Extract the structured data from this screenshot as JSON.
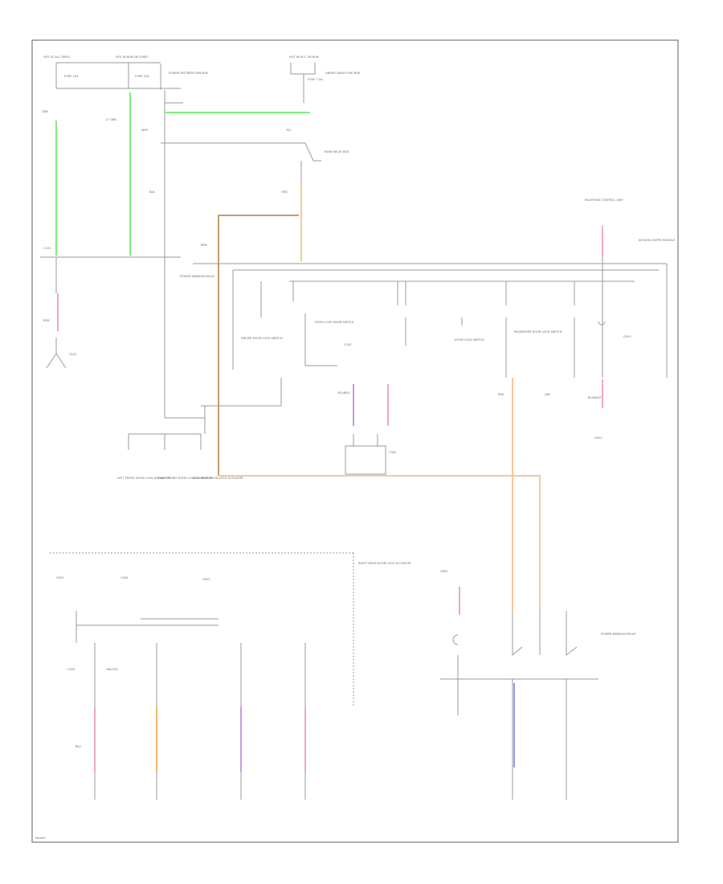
{
  "colors": {
    "frame": "#7a7a7a",
    "wire": "#9a9a9a",
    "label": "#666666",
    "green": "#7cf07c",
    "tan": "#c79a6a",
    "peach": "#f5c99a",
    "pink": "#f2a6c0",
    "violet": "#c79ae0",
    "orange": "#f2b46a",
    "blue": "#9a9af0"
  },
  "labels": {
    "hot_at_all_times_1": "HOT AT ALL TIMES",
    "hot_in_run_start": "HOT IN RUN OR START",
    "hot_in_acc": "HOT IN ACC OR RUN",
    "fuse_1": "FUSE 15A",
    "fuse_2": "FUSE 10A",
    "fuse_3": "FUSE 7.5A",
    "power_distribution": "POWER DISTRIBUTION BOX",
    "main_relay": "MAIN RELAY BOX",
    "power_window_relay": "POWER WINDOW RELAY",
    "ground_1": "G101",
    "ground_2": "G201",
    "ground_3": "G301",
    "ground_4": "G401",
    "ground_5": "G501",
    "ground_6": "G601",
    "lf_door_lock_actuator": "LEFT FRONT DOOR LOCK ACTUATOR",
    "rf_door_lock_actuator": "RIGHT FRONT DOOR LOCK ACTUATOR",
    "lr_door_lock_actuator": "LEFT REAR DOOR LOCK ACTUATOR",
    "rr_door_lock_actuator": "RIGHT REAR DOOR LOCK ACTUATOR",
    "door_lock_switch": "DOOR LOCK SWITCH",
    "keyless_module": "KEYLESS ENTRY MODULE",
    "multiplex_control": "MULTIPLEX CONTROL UNIT",
    "driver_door_switch": "DRIVER DOOR LOCK SWITCH",
    "passenger_door_switch": "PASSENGER DOOR LOCK SWITCH",
    "door_lock_knob": "DOOR LOCK KNOB SWITCH",
    "under_dash_fuse": "UNDER DASH FUSE BOX",
    "lock": "LOCK",
    "unlock": "UNLOCK",
    "wire_grn": "GRN",
    "wire_wht": "WHT",
    "wire_blk": "BLK",
    "wire_red": "RED",
    "wire_yel": "YEL",
    "wire_brn": "BRN",
    "wire_blu": "BLU",
    "wire_pnk": "PNK",
    "wire_org": "ORG",
    "wire_gry": "GRY",
    "wire_lt_grn": "LT GRN",
    "wire_blk_wht": "BLK/WHT",
    "wire_yel_red": "YEL/RED",
    "connector_c1": "C101",
    "connector_c2": "C202",
    "connector_c3": "C303",
    "connector_c4": "C404",
    "page_code": "W0000"
  }
}
